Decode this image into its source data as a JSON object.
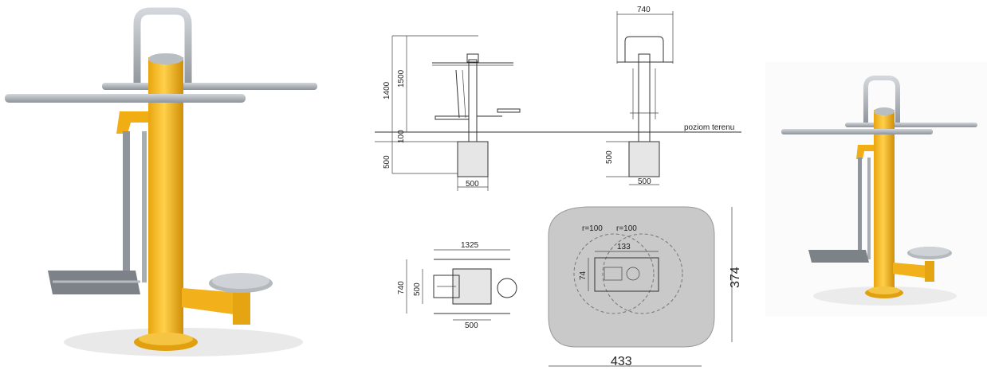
{
  "colors": {
    "post": "#f4b41a",
    "post_shade": "#d99a0a",
    "metal": "#9ea4aa",
    "metal_dark": "#6f757b",
    "zone": "#c9c9c9",
    "background": "#ffffff"
  },
  "dimensions": {
    "side_height_1400": "1400",
    "side_height_1500": "1500",
    "side_gap_100": "100",
    "side_found_depth": "500",
    "side_found_width": "500",
    "ground_label": "poziom terenu",
    "front_width": "740",
    "front_found_depth": "500",
    "front_found_width": "500",
    "plan_width": "1325",
    "plan_depth": "740",
    "plan_inner": "500",
    "plan_found_width": "500",
    "zone_r1": "r=100",
    "zone_r2": "r=100",
    "zone_inner_w": "133",
    "zone_inner_h": "74",
    "zone_height": "374",
    "zone_width": "433"
  }
}
